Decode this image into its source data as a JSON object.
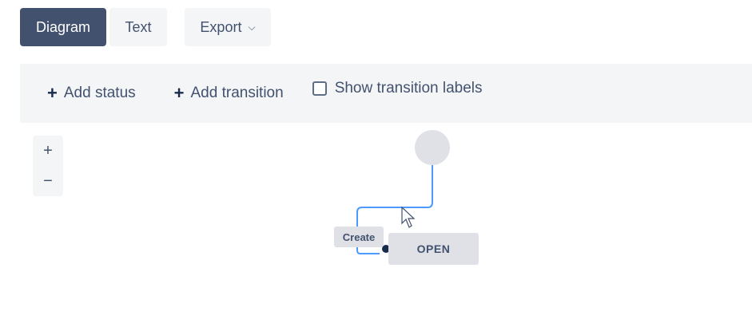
{
  "tabs": {
    "diagram": "Diagram",
    "text": "Text",
    "export": "Export"
  },
  "toolbar": {
    "add_status": "Add status",
    "add_transition": "Add transition",
    "show_labels": "Show transition labels",
    "show_labels_checked": false
  },
  "zoom": {
    "in": "+",
    "out": "−"
  },
  "workflow": {
    "statuses": [
      {
        "name": "OPEN"
      }
    ],
    "transitions": [
      {
        "label": "Create"
      }
    ]
  },
  "colors": {
    "active_tab": "#42526e",
    "toolbar_bg": "#f4f5f7",
    "status_bg": "#dfe1e6",
    "transition_line": "#4c9aff",
    "initial_node": "#dfe1e6"
  },
  "icons": {
    "add": "plus-icon",
    "export_menu": "chevron-down-icon",
    "cursor": "mouse-pointer-icon"
  }
}
